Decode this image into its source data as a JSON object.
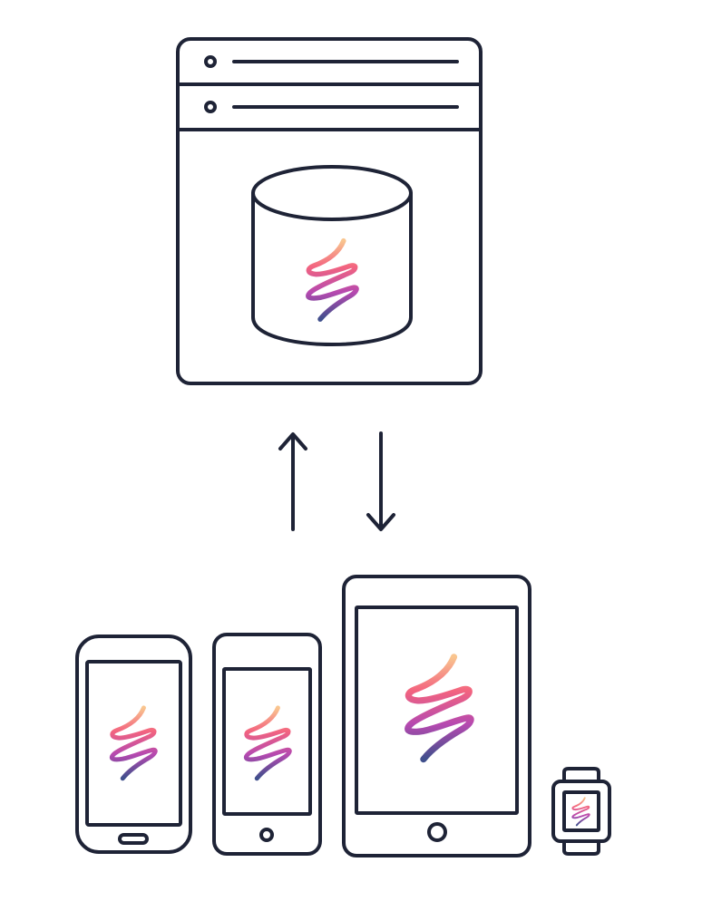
{
  "colors": {
    "ink": "#1e2336",
    "background": "#ffffff",
    "logo_gradient": [
      "#f9c58f",
      "#f3647f",
      "#b549b0",
      "#3f4f8c"
    ]
  },
  "server": {
    "icon": "server-window-icon",
    "rows": [
      "server-row-1",
      "server-row-2"
    ],
    "storage_icon": "database-icon",
    "logo_icon": "app-logo-icon"
  },
  "sync": {
    "upload_icon": "arrow-up-icon",
    "download_icon": "arrow-down-icon"
  },
  "devices": [
    {
      "kind": "android-phone",
      "icon": "android-phone-icon"
    },
    {
      "kind": "iphone",
      "icon": "iphone-icon"
    },
    {
      "kind": "tablet",
      "icon": "tablet-icon"
    },
    {
      "kind": "watch",
      "icon": "watch-icon"
    }
  ]
}
